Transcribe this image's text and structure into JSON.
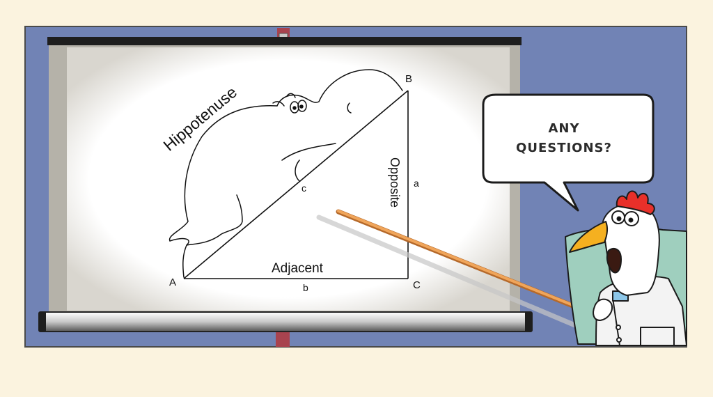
{
  "speech_bubble": {
    "line1": "ANY",
    "line2": "QUESTIONS?"
  },
  "diagram": {
    "hypotenuse_label": "Hippotenuse",
    "opposite_label": "Opposite",
    "adjacent_label": "Adjacent",
    "vertex_a": "A",
    "vertex_b": "B",
    "vertex_c": "C",
    "side_a": "a",
    "side_b": "b",
    "side_c": "c"
  },
  "colors": {
    "background": "#fbf3df",
    "wall": "#7183b5",
    "screen_frame": "#b5b2a9",
    "screen": "#ffffff",
    "pointer": "#f0a55a",
    "comb": "#e8302a",
    "beak": "#f5b020",
    "chair": "#9fcfbe"
  },
  "icons": {
    "character": "chicken-teacher-icon",
    "pointer": "pointer-stick-icon"
  }
}
